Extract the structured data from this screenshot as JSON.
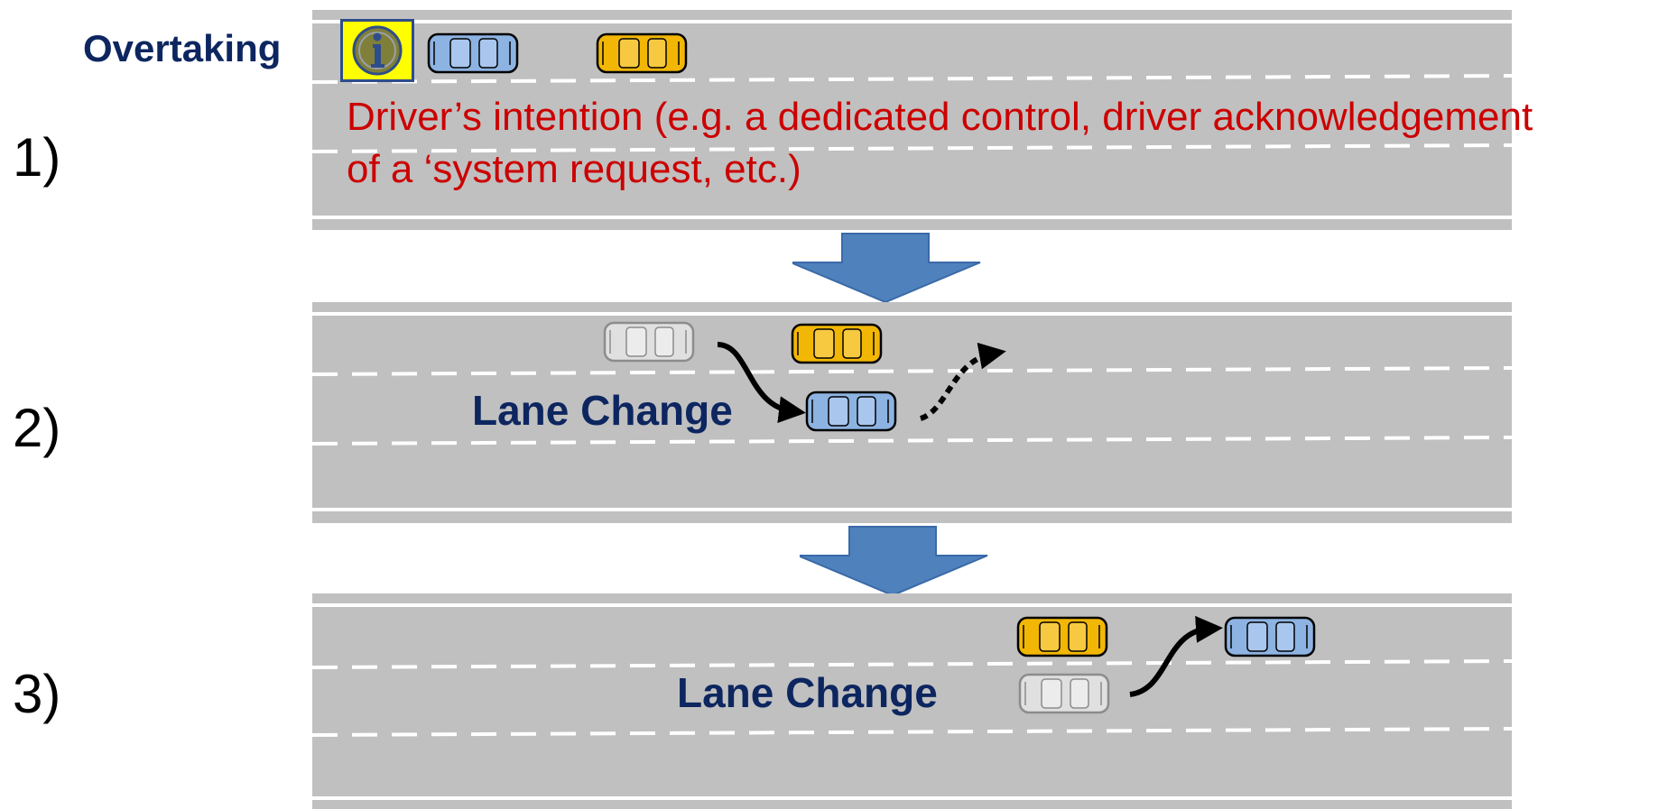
{
  "colors": {
    "road": "#c0c0c0",
    "lane_marking": "#ffffff",
    "title_blue": "#0d2660",
    "intention_red": "#cc0000",
    "step_arrow": "#4f81bd",
    "ego_car": "#8db3e2",
    "other_car": "#f2b705",
    "ghost_car": "#e0e0e0"
  },
  "steps": [
    {
      "number": "1)",
      "title": "Overtaking",
      "intention_line1": "Driver’s intention (e.g. a dedicated control,  driver acknowledgement",
      "intention_line2": "of a ‘system request, etc.)",
      "icon": "info-icon"
    },
    {
      "number": "2)",
      "label": "Lane Change"
    },
    {
      "number": "3)",
      "label": "Lane Change"
    }
  ]
}
